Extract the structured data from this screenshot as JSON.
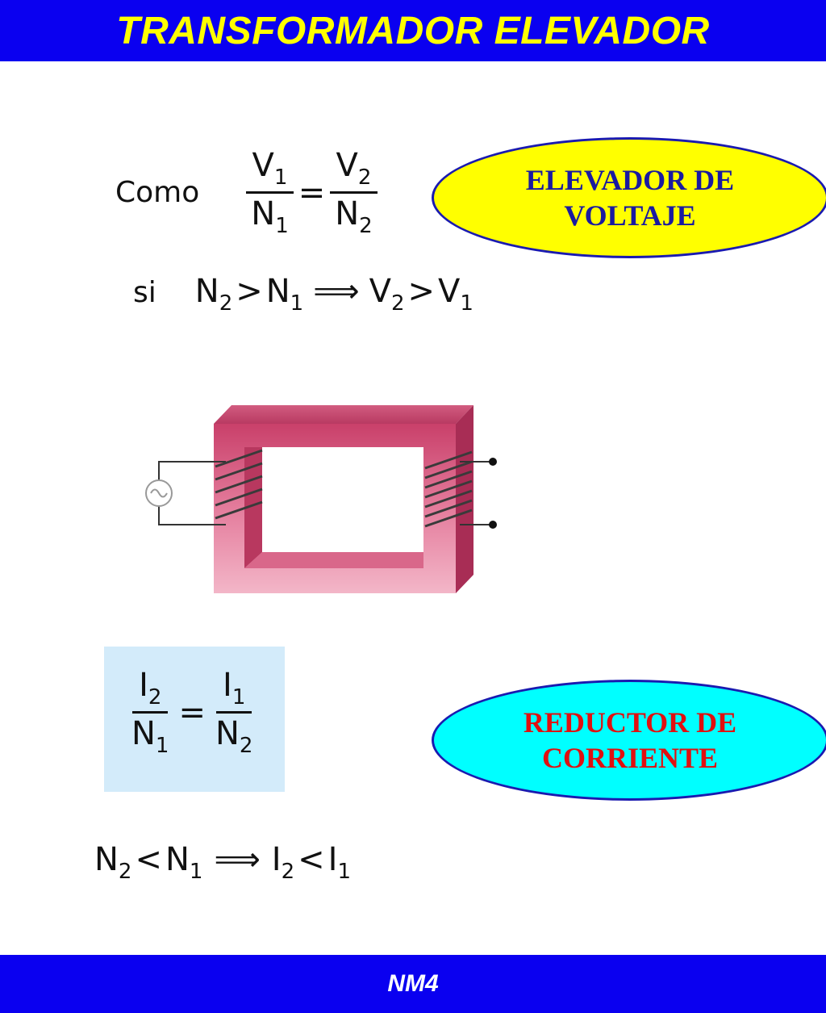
{
  "header": {
    "title": "TRANSFORMADOR ELEVADOR"
  },
  "voltage": {
    "como_label": "Como",
    "si_label": "si",
    "V": "V",
    "N": "N",
    "sub1": "1",
    "sub2": "2",
    "eq": "=",
    "gt": ">",
    "implies": "⟹"
  },
  "labels": {
    "voltage_up": [
      "ELEVADOR DE",
      "VOLTAJE"
    ],
    "current_down": [
      "REDUCTOR DE",
      "CORRIENTE"
    ]
  },
  "current": {
    "I": "I",
    "N": "N",
    "sub1": "1",
    "sub2": "2",
    "eq": "=",
    "lt": "<",
    "implies": "⟹"
  },
  "footer": {
    "label": "NM4"
  },
  "colors": {
    "bar_blue": "#0a00f0",
    "title_yellow": "#ffff00",
    "ellipse_yellow": "#ffff00",
    "ellipse_cyan": "#00ffff",
    "text_navy": "#1a1aa0",
    "text_red": "#e01010",
    "core_pink": "#d6557a",
    "box_blue": "#d3ebfa"
  }
}
